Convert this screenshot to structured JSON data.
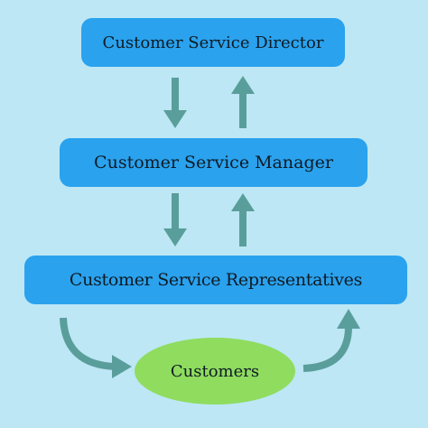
{
  "diagram": {
    "nodes": {
      "director": "Customer Service Director",
      "manager": "Customer Service Manager",
      "representatives": "Customer Service Representatives",
      "customers": "Customers"
    },
    "colors": {
      "background": "#bde7f5",
      "box": "#2aa2ee",
      "ellipse": "#8fdc5f",
      "arrow": "#5a9e9b",
      "text": "#0f1b24"
    },
    "edges": [
      {
        "from": "director",
        "to": "manager"
      },
      {
        "from": "manager",
        "to": "director"
      },
      {
        "from": "manager",
        "to": "representatives"
      },
      {
        "from": "representatives",
        "to": "manager"
      },
      {
        "from": "representatives",
        "to": "customers"
      },
      {
        "from": "customers",
        "to": "representatives"
      }
    ]
  }
}
